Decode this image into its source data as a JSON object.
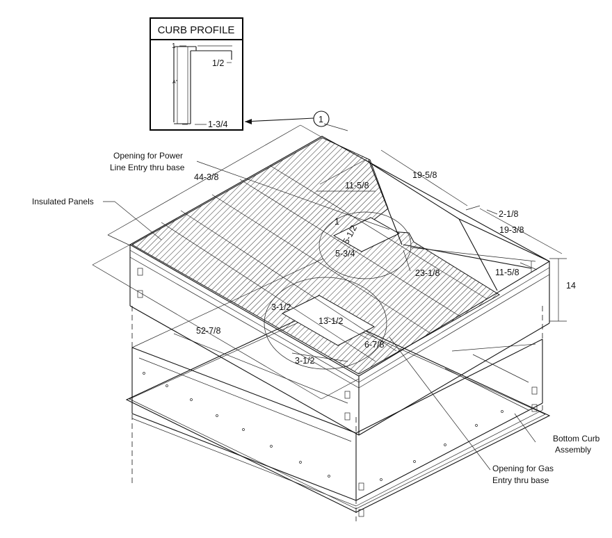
{
  "profile": {
    "title": "CURB PROFILE",
    "dim_top": "1",
    "dim_flange": "1/2",
    "dim_height": "A\"",
    "dim_bottom": "1-3/4"
  },
  "callouts": {
    "power_line_1": "Opening for Power",
    "power_line_2": "Line Entry thru base",
    "insulated": "Insulated Panels",
    "bottom_curb_1": "Bottom Curb",
    "bottom_curb_2": "Assembly",
    "gas_1": "Opening for Gas",
    "gas_2": "Entry thru base",
    "detail_marker": "1"
  },
  "dimensions": {
    "d_44": "44-3/8",
    "d_52": "52-7/8",
    "d_19a": "19-5/8",
    "d_11a": "11-5/8",
    "d_2": "2-1/8",
    "d_19b": "19-3/8",
    "d_14": "14",
    "d_11b": "11-5/8",
    "d_23": "23-1/8",
    "d_1": "1",
    "d_5half": "5-1/2",
    "d_5three": "5-3/4",
    "d_3a": "3-1/2",
    "d_13": "13-1/2",
    "d_6": "6-7/8",
    "d_3b": "3-1/2"
  }
}
